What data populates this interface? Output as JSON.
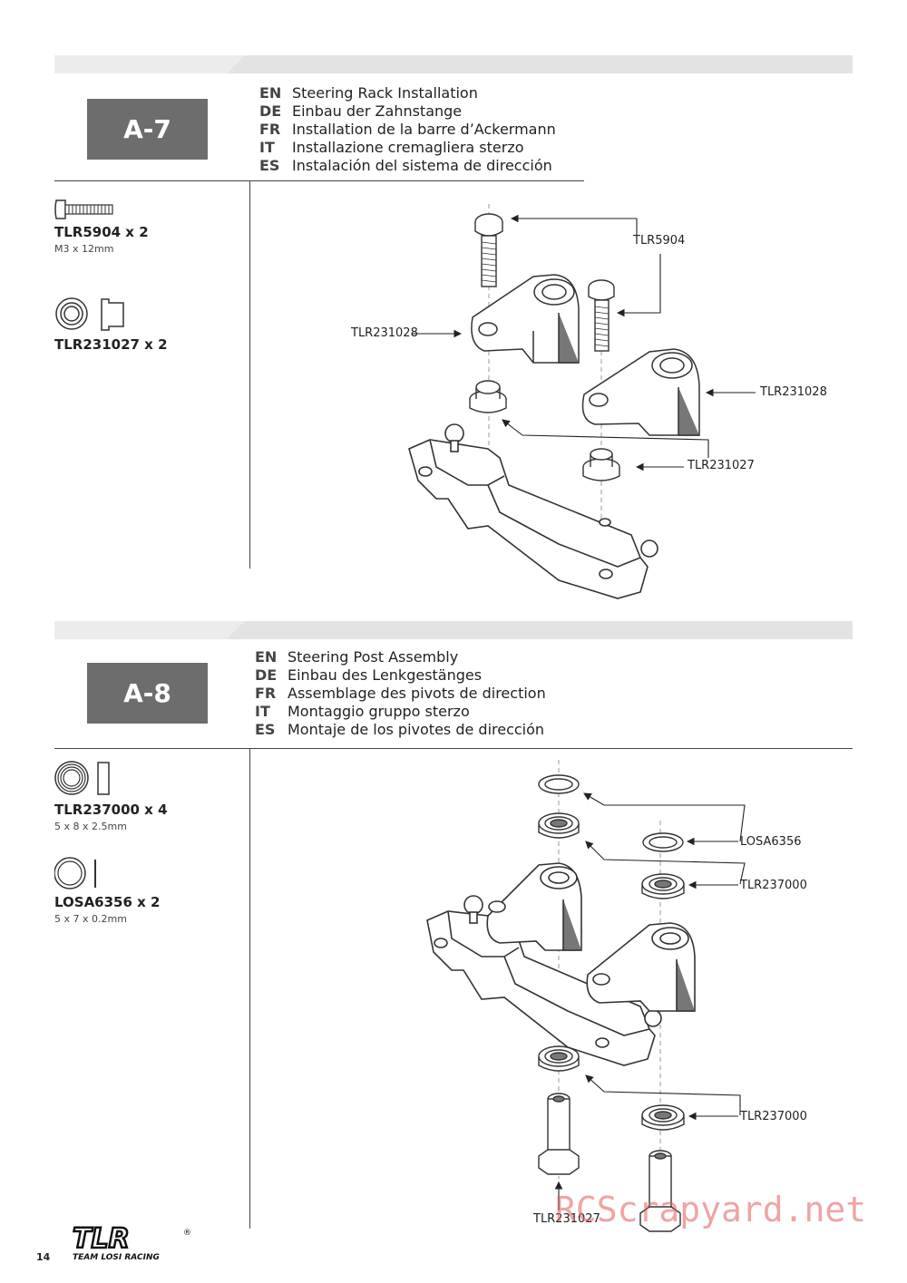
{
  "steps": [
    {
      "number": "A-7",
      "languages": [
        {
          "code": "EN",
          "text": "Steering Rack Installation"
        },
        {
          "code": "DE",
          "text": "Einbau der Zahnstange"
        },
        {
          "code": "FR",
          "text": "Installation de la barre d’Ackermann"
        },
        {
          "code": "IT",
          "text": "Installazione cremagliera sterzo"
        },
        {
          "code": "ES",
          "text": "Instalación del sistema de dirección"
        }
      ],
      "parts": [
        {
          "name": "TLR5904 x 2",
          "size": "M3 x 12mm",
          "icon": "screw-icon"
        },
        {
          "name": "TLR231027 x 2",
          "size": "",
          "icon": "bushing-icon"
        }
      ],
      "callouts": [
        "TLR5904",
        "TLR231028",
        "TLR231028",
        "TLR231027"
      ]
    },
    {
      "number": "A-8",
      "languages": [
        {
          "code": "EN",
          "text": "Steering Post Assembly"
        },
        {
          "code": "DE",
          "text": "Einbau des Lenkgestänges"
        },
        {
          "code": "FR",
          "text": "Assemblage des pivots de direction"
        },
        {
          "code": "IT",
          "text": "Montaggio gruppo sterzo"
        },
        {
          "code": "ES",
          "text": "Montaje de los pivotes de dirección"
        }
      ],
      "parts": [
        {
          "name": "TLR237000 x 4",
          "size": "5 x 8 x 2.5mm",
          "icon": "bearing-icon"
        },
        {
          "name": "LOSA6356 x 2",
          "size": "5 x 7 x 0.2mm",
          "icon": "shim-icon"
        }
      ],
      "callouts": [
        "LOSA6356",
        "TLR237000",
        "TLR237000",
        "TLR231027"
      ]
    }
  ],
  "footer": {
    "page_number": "14",
    "logo_text": "TLR",
    "logo_subtext": "TEAM LOSI RACING",
    "registered_mark": "®"
  },
  "watermark": "RCScrapyard.net"
}
